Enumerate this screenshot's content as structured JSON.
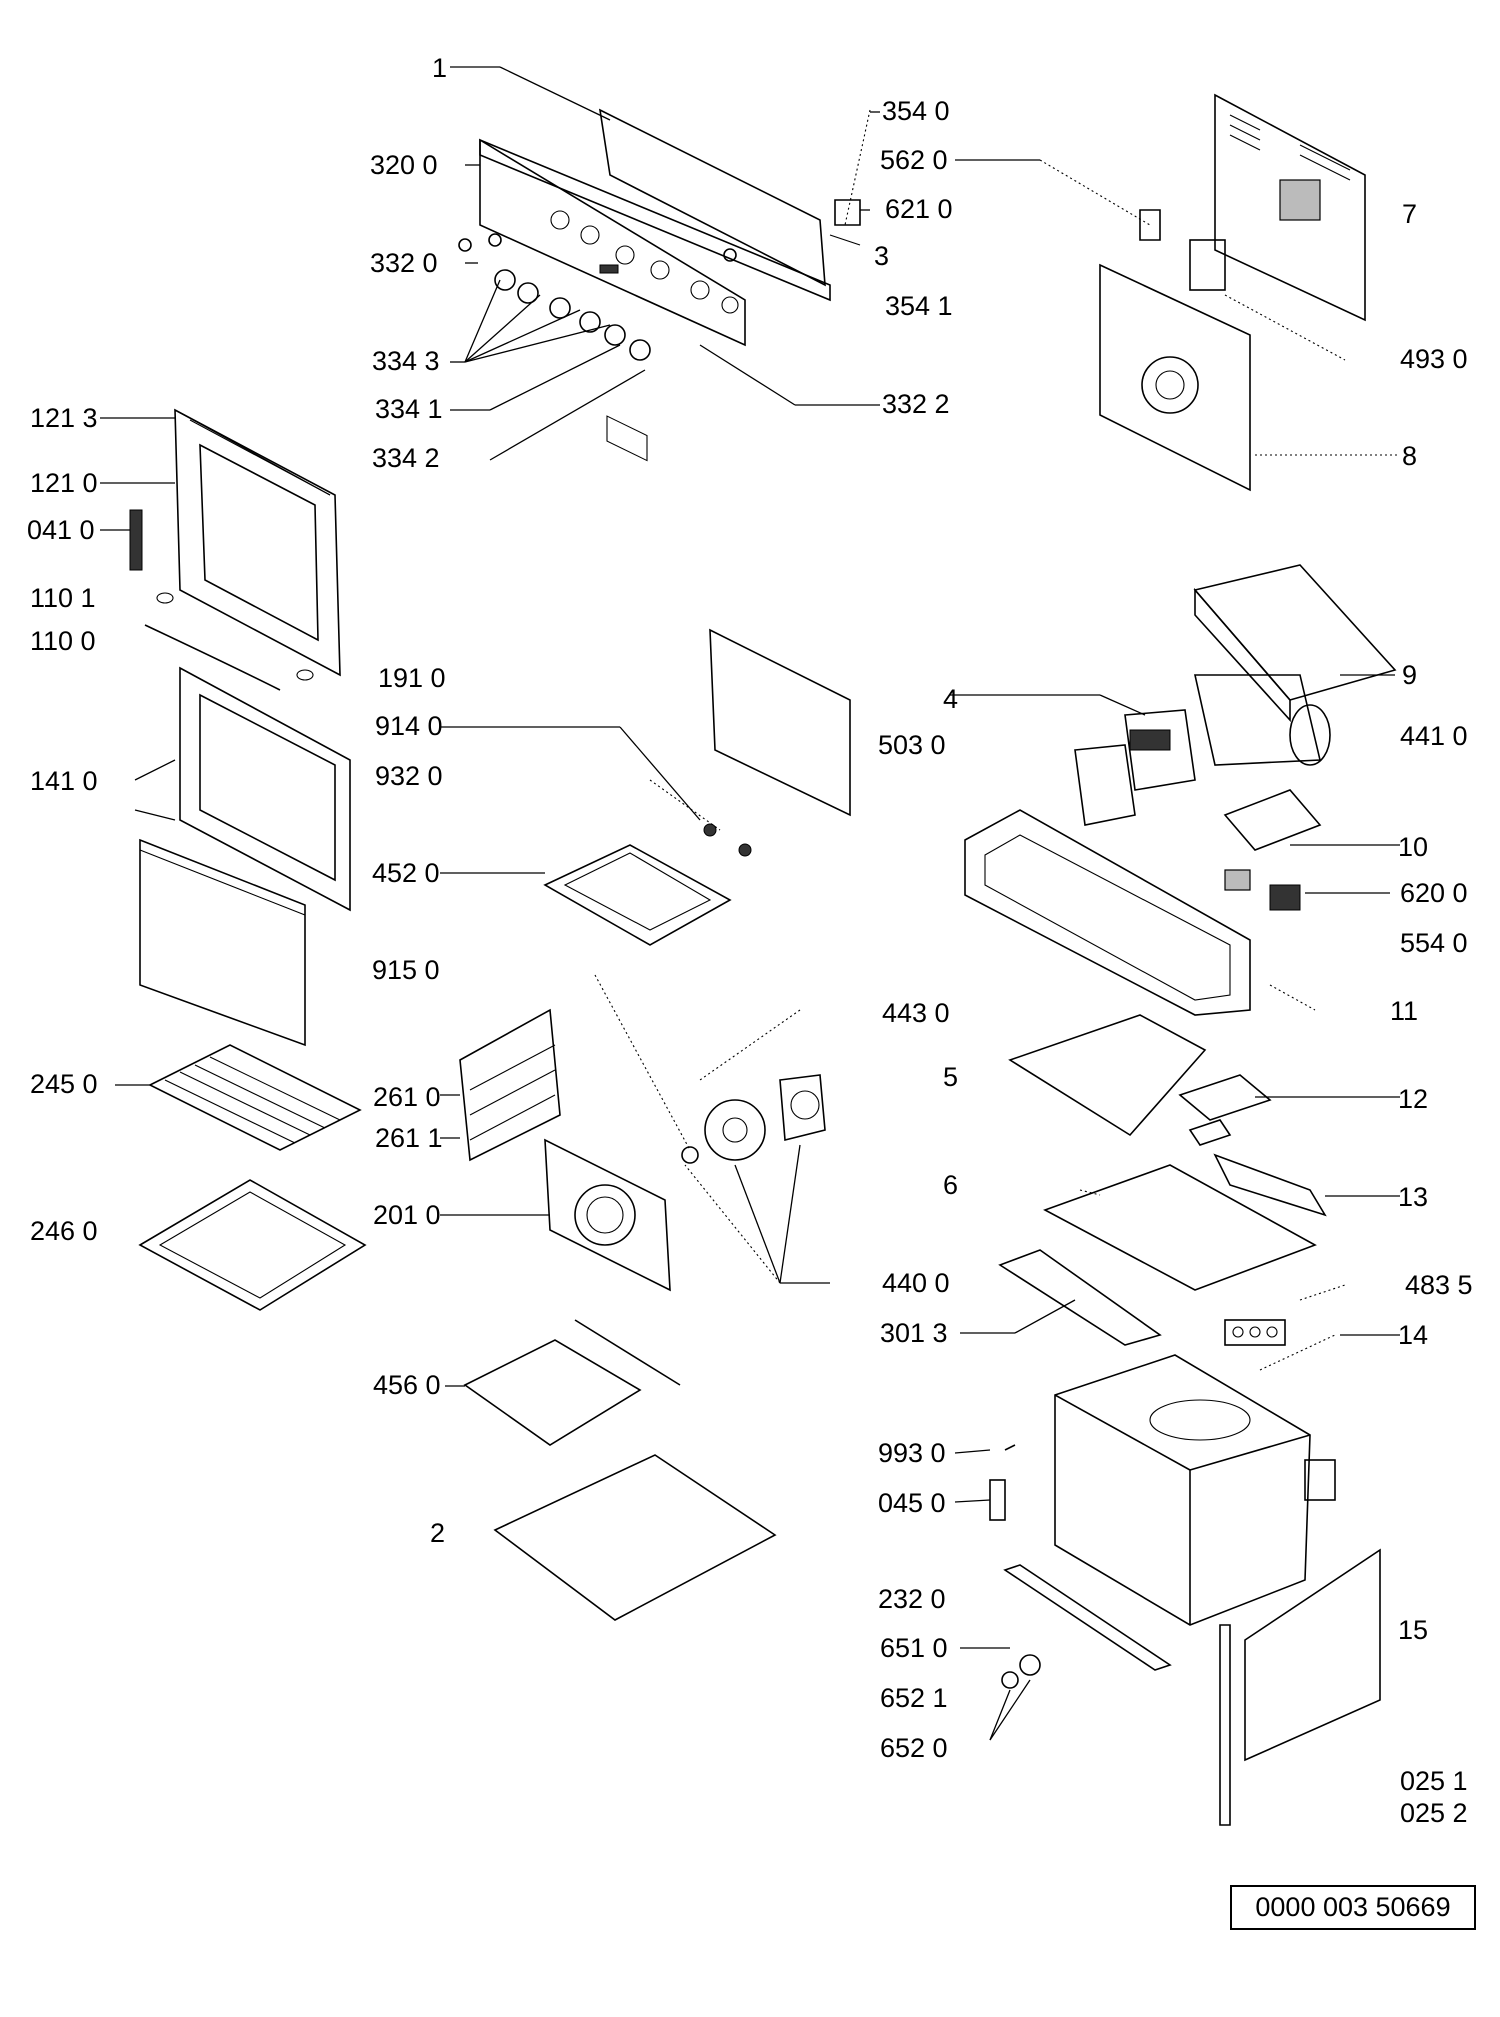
{
  "labels": {
    "l_1": "1",
    "l_354_0": "354 0",
    "l_562_0": "562 0",
    "l_621_0": "621 0",
    "l_320_0": "320 0",
    "l_3": "3",
    "l_332_0": "332 0",
    "l_354_1": "354 1",
    "l_334_3": "334 3",
    "l_334_1": "334 1",
    "l_334_2": "334 2",
    "l_332_2": "332 2",
    "l_7": "7",
    "l_493_0": "493 0",
    "l_8": "8",
    "l_121_3": "121 3",
    "l_121_0": "121 0",
    "l_041_0": "041 0",
    "l_110_1": "110 1",
    "l_110_0": "110 0",
    "l_191_0": "191 0",
    "l_914_0": "914 0",
    "l_932_0": "932 0",
    "l_503_0": "503 0",
    "l_141_0": "141 0",
    "l_452_0": "452 0",
    "l_915_0": "915 0",
    "l_4": "4",
    "l_9": "9",
    "l_441_0": "441 0",
    "l_10": "10",
    "l_620_0": "620 0",
    "l_554_0": "554 0",
    "l_11": "11",
    "l_443_0": "443 0",
    "l_5": "5",
    "l_12": "12",
    "l_245_0": "245 0",
    "l_261_0": "261 0",
    "l_261_1": "261 1",
    "l_6": "6",
    "l_13": "13",
    "l_246_0": "246 0",
    "l_201_0": "201 0",
    "l_440_0": "440 0",
    "l_483_5": "483 5",
    "l_301_3": "301 3",
    "l_14": "14",
    "l_456_0": "456 0",
    "l_993_0": "993 0",
    "l_045_0": "045 0",
    "l_2": "2",
    "l_232_0": "232 0",
    "l_15": "15",
    "l_651_0": "651 0",
    "l_652_1": "652 1",
    "l_652_0": "652 0",
    "l_025_1": "025 1",
    "l_025_2": "025 2"
  },
  "doc_number": "0000 003 50669"
}
